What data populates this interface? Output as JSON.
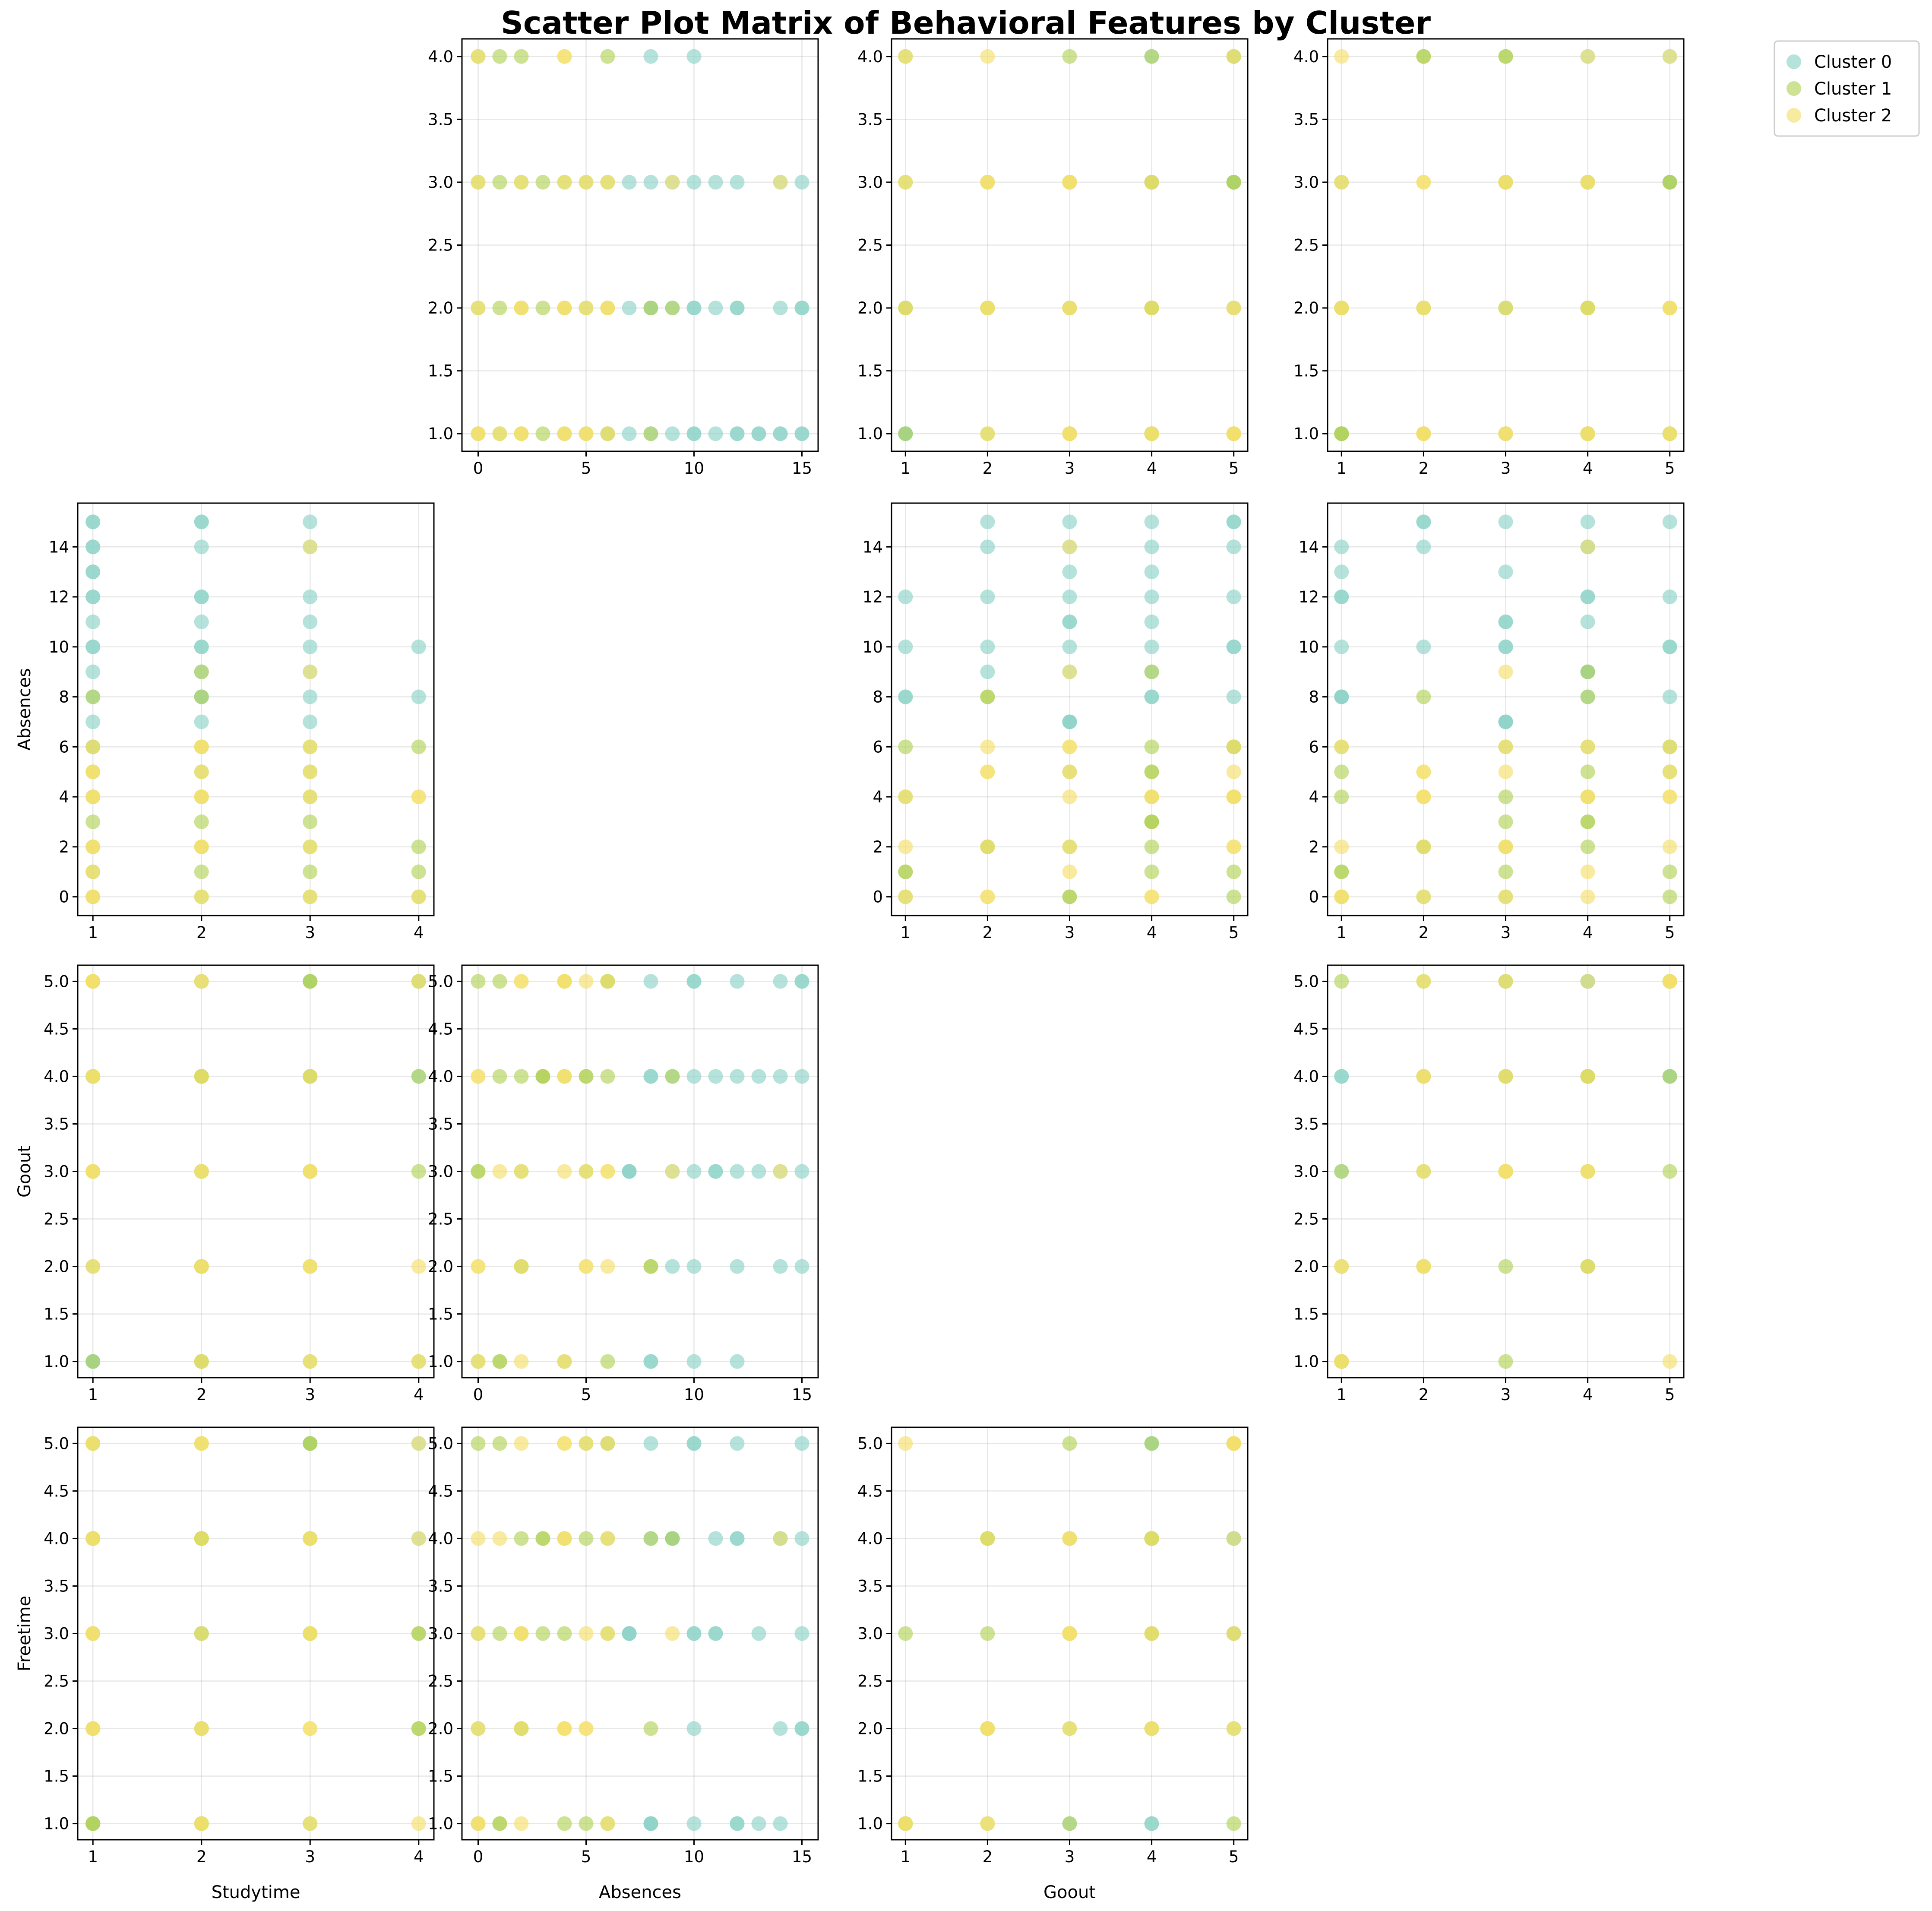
{
  "chart_data": {
    "type": "scatter",
    "title": "Scatter Plot Matrix of Behavioral Features by Cluster",
    "features": [
      "Studytime",
      "Absences",
      "Goout",
      "Freetime"
    ],
    "axis_ranges": {
      "Studytime": [
        0.86,
        4.14
      ],
      "Absences": [
        -0.75,
        15.75
      ],
      "Goout": [
        0.83,
        5.17
      ],
      "Freetime": [
        0.83,
        5.17
      ]
    },
    "ticks": {
      "Studytime": [
        1,
        2,
        3,
        4
      ],
      "Absences": [
        0,
        5,
        10,
        15
      ],
      "Goout": [
        1,
        2,
        3,
        4,
        5
      ],
      "Freetime": [
        1,
        2,
        3,
        4,
        5
      ]
    },
    "y_ticks": {
      "Studytime": [
        "1.0",
        "1.5",
        "2.0",
        "2.5",
        "3.0",
        "3.5",
        "4.0"
      ],
      "Absences": [
        "0",
        "2",
        "4",
        "6",
        "8",
        "10",
        "12",
        "14"
      ],
      "Goout": [
        "1.0",
        "1.5",
        "2.0",
        "2.5",
        "3.0",
        "3.5",
        "4.0",
        "4.5",
        "5.0"
      ],
      "Freetime": [
        "1.0",
        "1.5",
        "2.0",
        "2.5",
        "3.0",
        "3.5",
        "4.0",
        "4.5",
        "5.0"
      ]
    },
    "grid": true,
    "legend": {
      "placement": "upper-right-outside",
      "entries": [
        "Cluster 0",
        "Cluster 1",
        "Cluster 2"
      ]
    },
    "colors": {
      "Cluster 0": "#8dd3c7",
      "Cluster 1": "#b3d35a",
      "Cluster 2": "#f4e06d"
    },
    "marker_opacity": 0.65,
    "series": [
      {
        "name": "Cluster 0",
        "points": [
          {
            "Studytime": 1,
            "Absences": 15,
            "Goout": 5,
            "Freetime": 5
          },
          {
            "Studytime": 1,
            "Absences": 14,
            "Goout": 4,
            "Freetime": 4
          },
          {
            "Studytime": 1,
            "Absences": 13,
            "Goout": 3,
            "Freetime": 3
          },
          {
            "Studytime": 1,
            "Absences": 12,
            "Goout": 1,
            "Freetime": 1
          },
          {
            "Studytime": 1,
            "Absences": 11,
            "Goout": 3,
            "Freetime": 3
          },
          {
            "Studytime": 1,
            "Absences": 10,
            "Goout": 1,
            "Freetime": 1
          },
          {
            "Studytime": 1,
            "Absences": 9,
            "Goout": 4,
            "Freetime": 4
          },
          {
            "Studytime": 1,
            "Absences": 8,
            "Goout": 1,
            "Freetime": 1
          },
          {
            "Studytime": 1,
            "Absences": 7,
            "Goout": 3,
            "Freetime": 3
          },
          {
            "Studytime": 2,
            "Absences": 15,
            "Goout": 2,
            "Freetime": 2
          },
          {
            "Studytime": 2,
            "Absences": 14,
            "Goout": 2,
            "Freetime": 2
          },
          {
            "Studytime": 2,
            "Absences": 12,
            "Goout": 2,
            "Freetime": 1
          },
          {
            "Studytime": 2,
            "Absences": 11,
            "Goout": 3,
            "Freetime": 3
          },
          {
            "Studytime": 2,
            "Absences": 10,
            "Goout": 2,
            "Freetime": 2
          },
          {
            "Studytime": 2,
            "Absences": 9,
            "Goout": 2,
            "Freetime": 4
          },
          {
            "Studytime": 2,
            "Absences": 7,
            "Goout": 3,
            "Freetime": 3
          },
          {
            "Studytime": 2,
            "Absences": 8,
            "Goout": 4,
            "Freetime": 1
          },
          {
            "Studytime": 3,
            "Absences": 15,
            "Goout": 3,
            "Freetime": 3
          },
          {
            "Studytime": 3,
            "Absences": 12,
            "Goout": 5,
            "Freetime": 5
          },
          {
            "Studytime": 3,
            "Absences": 11,
            "Goout": 4,
            "Freetime": 4
          },
          {
            "Studytime": 3,
            "Absences": 10,
            "Goout": 5,
            "Freetime": 5
          },
          {
            "Studytime": 3,
            "Absences": 8,
            "Goout": 4,
            "Freetime": 5
          },
          {
            "Studytime": 3,
            "Absences": 7,
            "Goout": 3,
            "Freetime": 3
          },
          {
            "Studytime": 3,
            "Absences": 14,
            "Goout": 5,
            "Freetime": 4
          },
          {
            "Studytime": 4,
            "Absences": 10,
            "Goout": 4,
            "Freetime": 5
          },
          {
            "Studytime": 4,
            "Absences": 8,
            "Goout": 5,
            "Freetime": 4
          },
          {
            "Studytime": 1,
            "Absences": 12,
            "Goout": 4,
            "Freetime": 4
          },
          {
            "Studytime": 1,
            "Absences": 15,
            "Goout": 4,
            "Freetime": 2
          },
          {
            "Studytime": 2,
            "Absences": 10,
            "Goout": 5,
            "Freetime": 3
          },
          {
            "Studytime": 1,
            "Absences": 14,
            "Goout": 3,
            "Freetime": 1
          },
          {
            "Studytime": 2,
            "Absences": 15,
            "Goout": 5,
            "Freetime": 4
          },
          {
            "Studytime": 1,
            "Absences": 10,
            "Goout": 3,
            "Freetime": 3
          },
          {
            "Studytime": 3,
            "Absences": 9,
            "Goout": 3,
            "Freetime": 4
          },
          {
            "Studytime": 1,
            "Absences": 6,
            "Goout": 5,
            "Freetime": 5
          },
          {
            "Studytime": 2,
            "Absences": 8,
            "Goout": 1,
            "Freetime": 1
          },
          {
            "Studytime": 1,
            "Absences": 13,
            "Goout": 4,
            "Freetime": 1
          },
          {
            "Studytime": 2,
            "Absences": 12,
            "Goout": 3,
            "Freetime": 4
          }
        ]
      },
      {
        "name": "Cluster 1",
        "points": [
          {
            "Studytime": 1,
            "Absences": 8,
            "Goout": 2,
            "Freetime": 4
          },
          {
            "Studytime": 1,
            "Absences": 4,
            "Goout": 4,
            "Freetime": 4
          },
          {
            "Studytime": 1,
            "Absences": 3,
            "Goout": 4,
            "Freetime": 4
          },
          {
            "Studytime": 1,
            "Absences": 1,
            "Goout": 5,
            "Freetime": 5
          },
          {
            "Studytime": 1,
            "Absences": 0,
            "Goout": 1,
            "Freetime": 1
          },
          {
            "Studytime": 2,
            "Absences": 9,
            "Goout": 4,
            "Freetime": 4
          },
          {
            "Studytime": 2,
            "Absences": 8,
            "Goout": 2,
            "Freetime": 2
          },
          {
            "Studytime": 2,
            "Absences": 6,
            "Goout": 4,
            "Freetime": 4
          },
          {
            "Studytime": 2,
            "Absences": 5,
            "Goout": 4,
            "Freetime": 4
          },
          {
            "Studytime": 2,
            "Absences": 3,
            "Goout": 4,
            "Freetime": 4
          },
          {
            "Studytime": 2,
            "Absences": 1,
            "Goout": 1,
            "Freetime": 1
          },
          {
            "Studytime": 3,
            "Absences": 6,
            "Goout": 5,
            "Freetime": 5
          },
          {
            "Studytime": 3,
            "Absences": 4,
            "Goout": 5,
            "Freetime": 3
          },
          {
            "Studytime": 3,
            "Absences": 3,
            "Goout": 4,
            "Freetime": 3
          },
          {
            "Studytime": 3,
            "Absences": 1,
            "Goout": 1,
            "Freetime": 1
          },
          {
            "Studytime": 3,
            "Absences": 0,
            "Goout": 3,
            "Freetime": 3
          },
          {
            "Studytime": 4,
            "Absences": 6,
            "Goout": 1,
            "Freetime": 3
          },
          {
            "Studytime": 4,
            "Absences": 2,
            "Goout": 3,
            "Freetime": 2
          },
          {
            "Studytime": 4,
            "Absences": 1,
            "Goout": 4,
            "Freetime": 3
          },
          {
            "Studytime": 4,
            "Absences": 0,
            "Goout": 5,
            "Freetime": 2
          },
          {
            "Studytime": 1,
            "Absences": 6,
            "Goout": 5,
            "Freetime": 1
          },
          {
            "Studytime": 2,
            "Absences": 4,
            "Goout": 1,
            "Freetime": 1
          },
          {
            "Studytime": 3,
            "Absences": 5,
            "Goout": 4,
            "Freetime": 5
          },
          {
            "Studytime": 1,
            "Absences": 2,
            "Goout": 4,
            "Freetime": 2
          },
          {
            "Studytime": 2,
            "Absences": 2,
            "Goout": 2,
            "Freetime": 3
          },
          {
            "Studytime": 3,
            "Absences": 2,
            "Goout": 2,
            "Freetime": 4
          },
          {
            "Studytime": 1,
            "Absences": 5,
            "Goout": 3,
            "Freetime": 1
          },
          {
            "Studytime": 2,
            "Absences": 0,
            "Goout": 3,
            "Freetime": 5
          }
        ]
      },
      {
        "name": "Cluster 2",
        "points": [
          {
            "Studytime": 1,
            "Absences": 6,
            "Goout": 3,
            "Freetime": 4
          },
          {
            "Studytime": 1,
            "Absences": 5,
            "Goout": 3,
            "Freetime": 3
          },
          {
            "Studytime": 1,
            "Absences": 4,
            "Goout": 5,
            "Freetime": 5
          },
          {
            "Studytime": 1,
            "Absences": 2,
            "Goout": 2,
            "Freetime": 2
          },
          {
            "Studytime": 1,
            "Absences": 1,
            "Goout": 3,
            "Freetime": 4
          },
          {
            "Studytime": 1,
            "Absences": 0,
            "Goout": 4,
            "Freetime": 3
          },
          {
            "Studytime": 2,
            "Absences": 6,
            "Goout": 5,
            "Freetime": 5
          },
          {
            "Studytime": 2,
            "Absences": 5,
            "Goout": 2,
            "Freetime": 2
          },
          {
            "Studytime": 2,
            "Absences": 4,
            "Goout": 4,
            "Freetime": 4
          },
          {
            "Studytime": 2,
            "Absences": 2,
            "Goout": 3,
            "Freetime": 3
          },
          {
            "Studytime": 2,
            "Absences": 0,
            "Goout": 1,
            "Freetime": 1
          },
          {
            "Studytime": 3,
            "Absences": 14,
            "Goout": 3,
            "Freetime": 4
          },
          {
            "Studytime": 3,
            "Absences": 6,
            "Goout": 3,
            "Freetime": 3
          },
          {
            "Studytime": 3,
            "Absences": 5,
            "Goout": 2,
            "Freetime": 2
          },
          {
            "Studytime": 3,
            "Absences": 2,
            "Goout": 1,
            "Freetime": 1
          },
          {
            "Studytime": 3,
            "Absences": 0,
            "Goout": 2,
            "Freetime": 4
          },
          {
            "Studytime": 4,
            "Absences": 4,
            "Goout": 5,
            "Freetime": 4
          },
          {
            "Studytime": 4,
            "Absences": 0,
            "Goout": 2,
            "Freetime": 1
          },
          {
            "Studytime": 1,
            "Absences": 4,
            "Goout": 5,
            "Freetime": 2
          },
          {
            "Studytime": 2,
            "Absences": 2,
            "Goout": 5,
            "Freetime": 5
          },
          {
            "Studytime": 3,
            "Absences": 9,
            "Goout": 3,
            "Freetime": 3
          },
          {
            "Studytime": 1,
            "Absences": 5,
            "Goout": 5,
            "Freetime": 5
          },
          {
            "Studytime": 2,
            "Absences": 4,
            "Goout": 3,
            "Freetime": 2
          },
          {
            "Studytime": 1,
            "Absences": 0,
            "Goout": 4,
            "Freetime": 2
          },
          {
            "Studytime": 4,
            "Absences": 4,
            "Goout": 1,
            "Freetime": 5
          },
          {
            "Studytime": 2,
            "Absences": 6,
            "Goout": 2,
            "Freetime": 1
          },
          {
            "Studytime": 1,
            "Absences": 2,
            "Goout": 5,
            "Freetime": 3
          },
          {
            "Studytime": 3,
            "Absences": 4,
            "Goout": 4,
            "Freetime": 2
          }
        ]
      }
    ]
  }
}
